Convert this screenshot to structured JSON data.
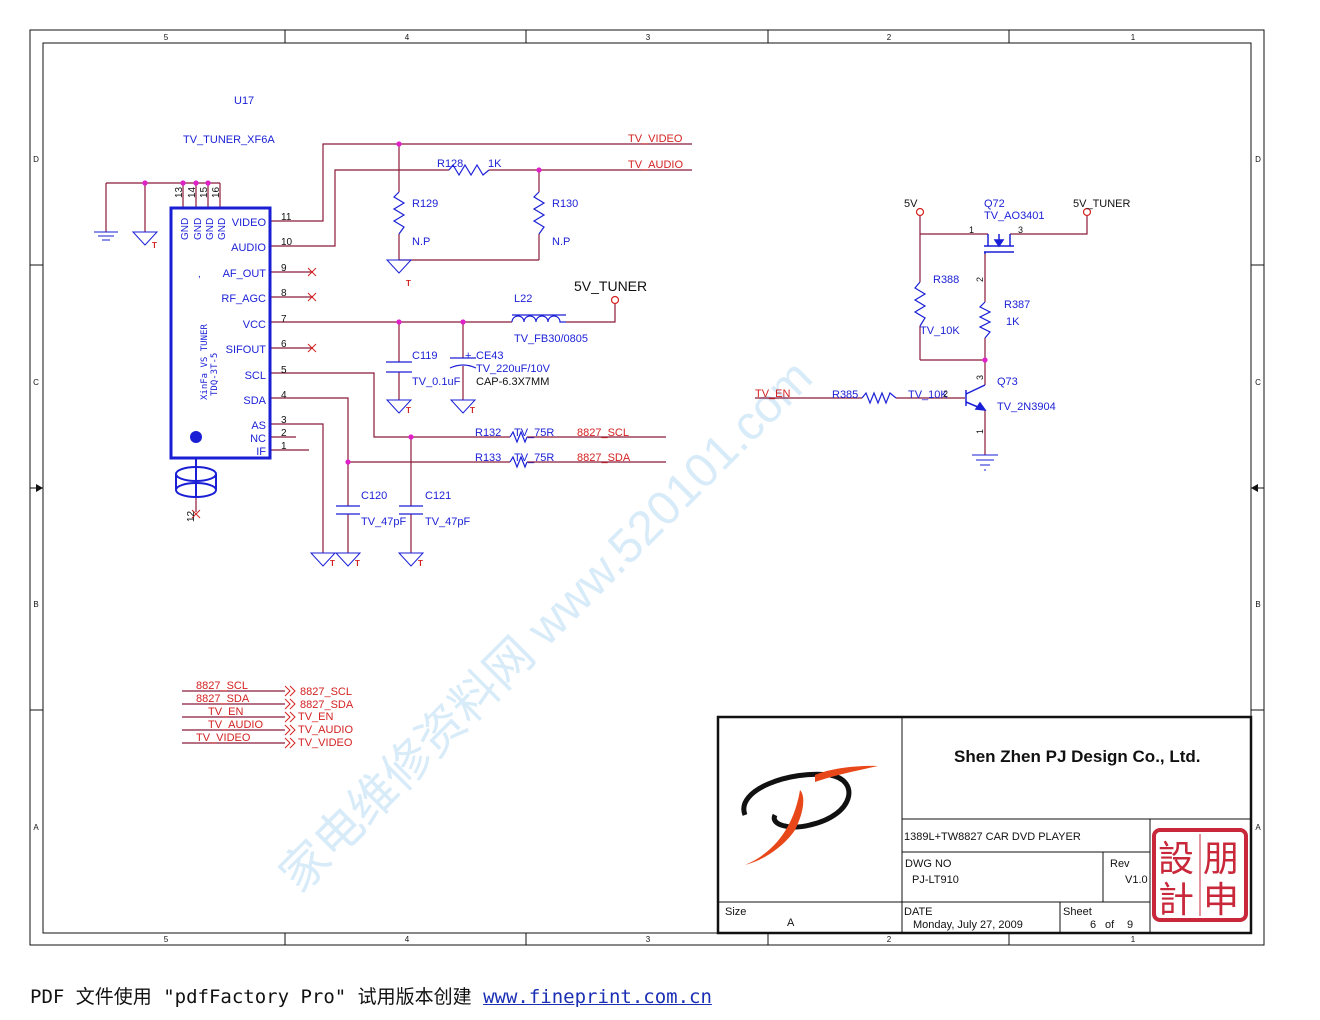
{
  "border": {
    "cols": [
      "5",
      "4",
      "3",
      "2",
      "1"
    ],
    "rows": [
      "D",
      "C",
      "B",
      "A"
    ]
  },
  "u17": {
    "ref": "U17",
    "part": "TV_TUNER_XF6A",
    "top_pins": [
      "13",
      "14",
      "15",
      "16"
    ],
    "gnd_labels": [
      "GND",
      "GND",
      "GND",
      "GND"
    ],
    "body_text_1": "XinFa VS TUNER",
    "body_text_2": "TDQ-3T-5",
    "pin12": "12",
    "pins": [
      {
        "name": "VIDEO",
        "num": "11"
      },
      {
        "name": "AUDIO",
        "num": "10"
      },
      {
        "name": "AF_OUT",
        "num": "9"
      },
      {
        "name": "RF_AGC",
        "num": "8"
      },
      {
        "name": "VCC",
        "num": "7"
      },
      {
        "name": "SIFOUT",
        "num": "6"
      },
      {
        "name": "SCL",
        "num": "5"
      },
      {
        "name": "SDA",
        "num": "4"
      },
      {
        "name": "AS",
        "num": "3"
      },
      {
        "name": "NC",
        "num": "2"
      },
      {
        "name": "IF",
        "num": "1"
      }
    ]
  },
  "nets": {
    "tv_video": "TV_VIDEO",
    "tv_audio": "TV_AUDIO",
    "tv_en": "TV_EN",
    "scl": "8827_SCL",
    "sda": "8827_SDA",
    "five_v": "5V",
    "five_v_tuner": "5V_TUNER"
  },
  "parts": {
    "r128": {
      "ref": "R128",
      "val": "1K"
    },
    "r129": {
      "ref": "R129",
      "val": "N.P"
    },
    "r130": {
      "ref": "R130",
      "val": "N.P"
    },
    "l22": {
      "ref": "L22",
      "val": "TV_FB30/0805"
    },
    "c119": {
      "ref": "C119",
      "val": "TV_0.1uF"
    },
    "ce43": {
      "ref": "CE43",
      "val": "TV_220uF/10V",
      "pkg": "CAP-6.3X7MM",
      "pol": "+"
    },
    "r132": {
      "ref": "R132",
      "val": "TV_75R"
    },
    "r133": {
      "ref": "R133",
      "val": "TV_75R"
    },
    "c120": {
      "ref": "C120",
      "val": "TV_47pF"
    },
    "c121": {
      "ref": "C121",
      "val": "TV_47pF"
    },
    "q72": {
      "ref": "Q72",
      "val": "TV_AO3401",
      "p1": "1",
      "p2": "2",
      "p3": "3"
    },
    "r388": {
      "ref": "R388",
      "val": "TV_10K"
    },
    "r387": {
      "ref": "R387",
      "val": "1K"
    },
    "q73": {
      "ref": "Q73",
      "val": "TV_2N3904",
      "p1": "1",
      "p2": "2",
      "p3": "3"
    },
    "r385": {
      "ref": "R385",
      "val": "TV_10K"
    }
  },
  "ground_mark": "T",
  "offsheet": {
    "left": [
      "8827_SCL",
      "8827_SDA",
      "TV_EN",
      "TV_AUDIO",
      "TV_VIDEO"
    ],
    "right": [
      "8827_SCL",
      "8827_SDA",
      "TV_EN",
      "TV_AUDIO",
      "TV_VIDEO"
    ]
  },
  "title_block": {
    "company": "Shen Zhen PJ Design Co., Ltd.",
    "project": "1389L+TW8827 CAR DVD PLAYER",
    "dwg_label": "DWG NO",
    "dwg_no": "PJ-LT910",
    "rev_label": "Rev",
    "rev": "V1.0",
    "size_label": "Size",
    "size": "A",
    "date_label": "DATE",
    "date": "Monday, July 27, 2009",
    "sheet_label": "Sheet",
    "sheet": "6",
    "of_label": "of",
    "total": "9",
    "seal_chars": [
      "朋",
      "設",
      "申",
      "計"
    ],
    "logo": "P"
  },
  "watermark": "家电维修资料网 www.520101.com",
  "footer": {
    "prefix": "PDF 文件使用 \"pdfFactory Pro\" 试用版本创建 ",
    "link": "www.fineprint.com.cn"
  },
  "colors": {
    "wire": "#8b1a3a",
    "part": "#1a1fd6",
    "net": "#d42222",
    "junction": "#e020c8",
    "watermark": "#d8ebf8",
    "seal": "#c8283a"
  }
}
